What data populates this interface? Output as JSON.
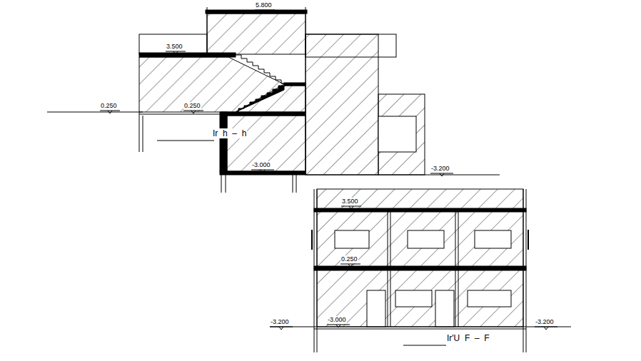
{
  "diagram": {
    "labels": [
      "5.800",
      "3.500",
      "0.250",
      "0.250",
      "Ir  h  –  h",
      "-3.000",
      "-3.200",
      "3.500",
      "0.250",
      "-3.200",
      "-3.000",
      "-3.200",
      "Ir'U  F  –  F"
    ]
  }
}
